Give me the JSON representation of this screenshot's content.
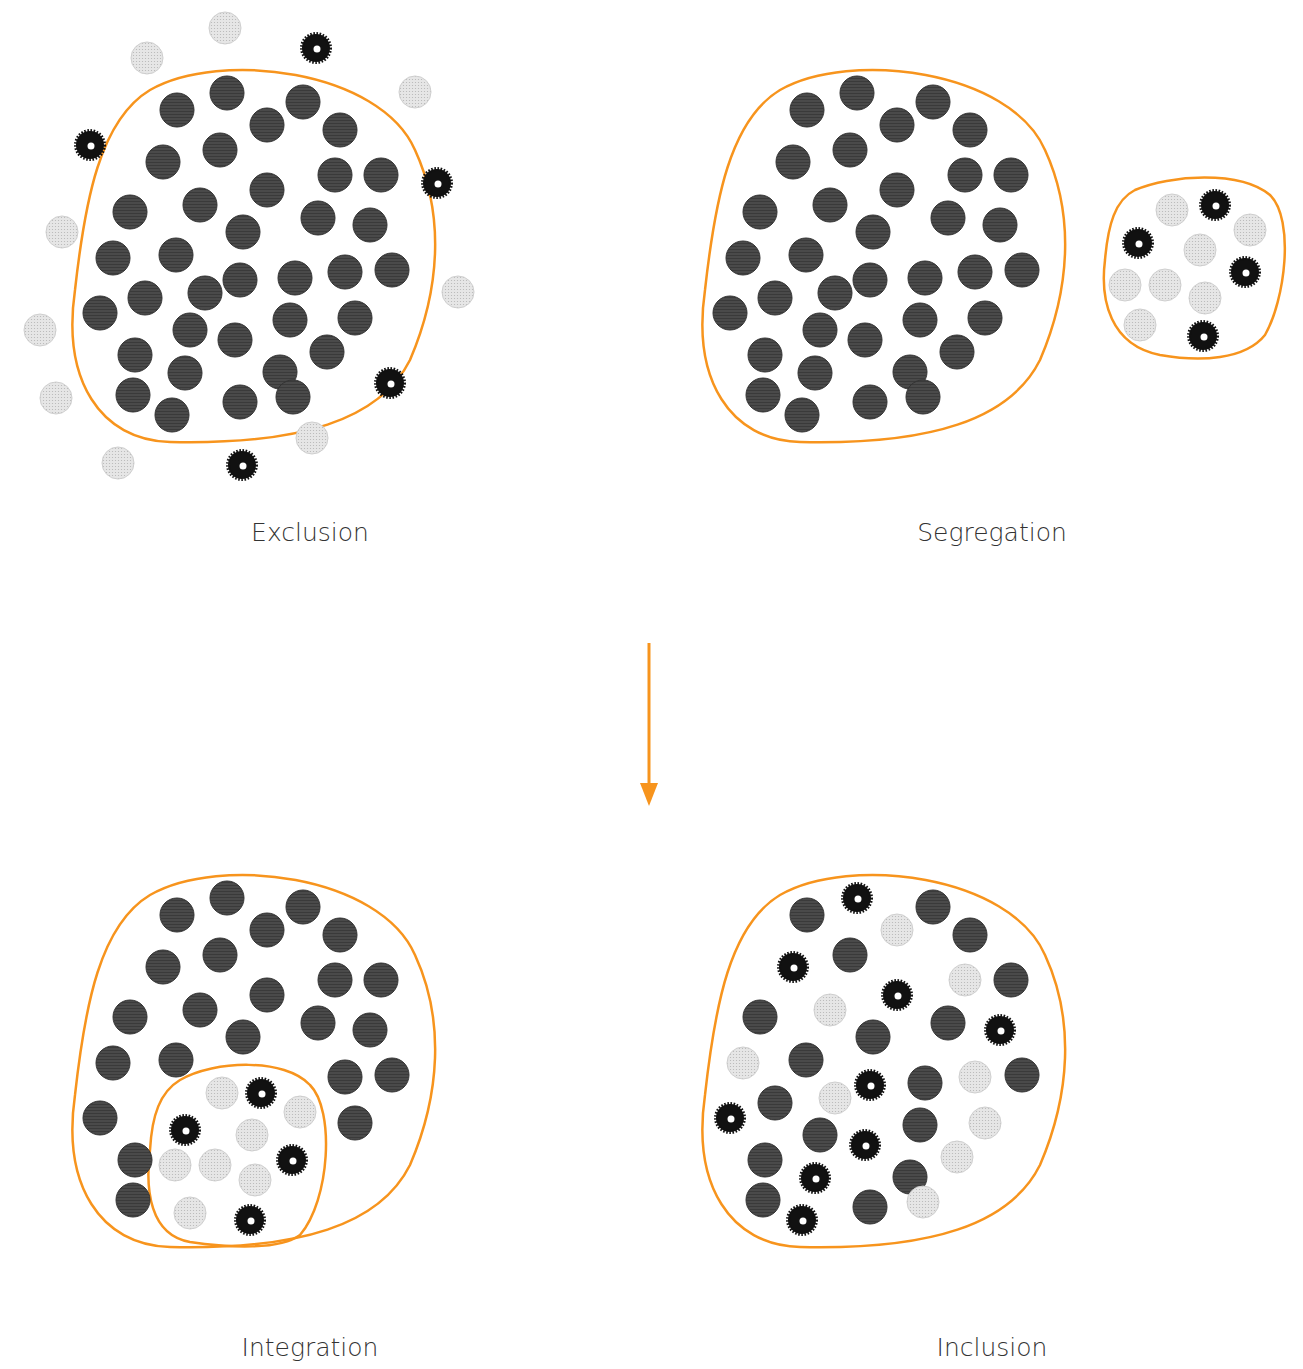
{
  "diagram": {
    "labels": [
      "Exclusion",
      "Segregation",
      "Integration",
      "Inclusion"
    ]
  }
}
